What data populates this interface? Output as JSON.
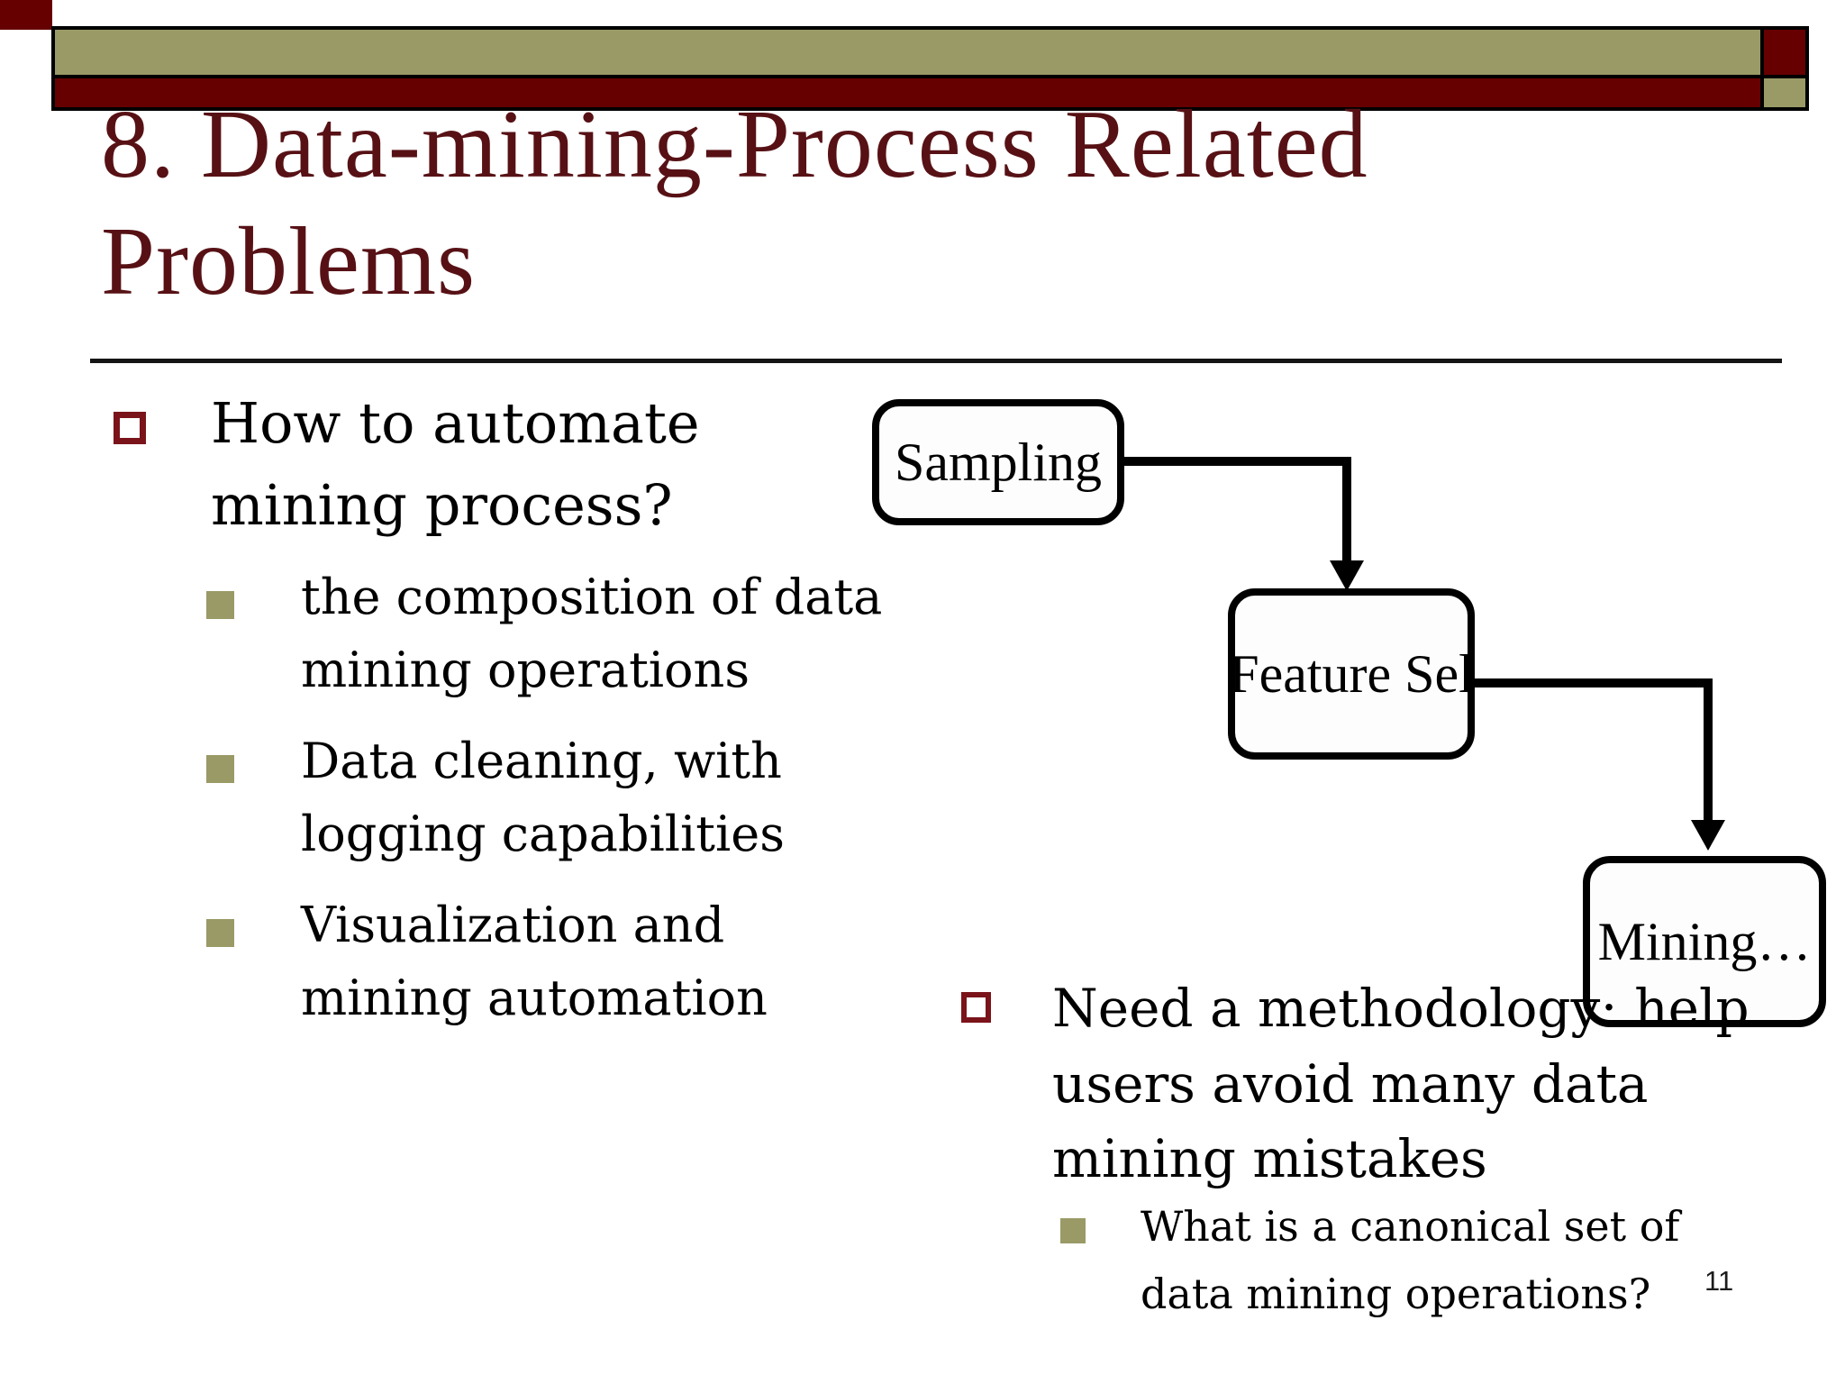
{
  "slide": {
    "title_lines": [
      "8. Data-mining-Process Related",
      "Problems"
    ],
    "page_number": "11",
    "colors": {
      "banner_olive": "#9a9a67",
      "banner_maroon": "#660000",
      "title_maroon": "#571115",
      "bullet_outline_red": "#7a141a",
      "text_black": "#000000"
    },
    "left_column": {
      "bullet_lines": [
        "How to automate",
        "mining process?"
      ],
      "sub_bullets": [
        {
          "lines": [
            "the composition of data",
            "mining operations"
          ]
        },
        {
          "lines": [
            "Data cleaning, with",
            "logging capabilities"
          ]
        },
        {
          "lines": [
            "Visualization and",
            "mining automation"
          ]
        }
      ]
    },
    "right_column": {
      "bullet_lines": [
        "Need a methodology: help",
        "users avoid many data",
        "mining mistakes"
      ],
      "sub_bullets": [
        {
          "lines": [
            "What is a canonical set of",
            "data mining operations?"
          ]
        }
      ]
    },
    "flowchart": {
      "nodes": [
        {
          "label": "Sampling"
        },
        {
          "label": "Feature Sel"
        },
        {
          "label": "Mining…"
        }
      ]
    }
  }
}
